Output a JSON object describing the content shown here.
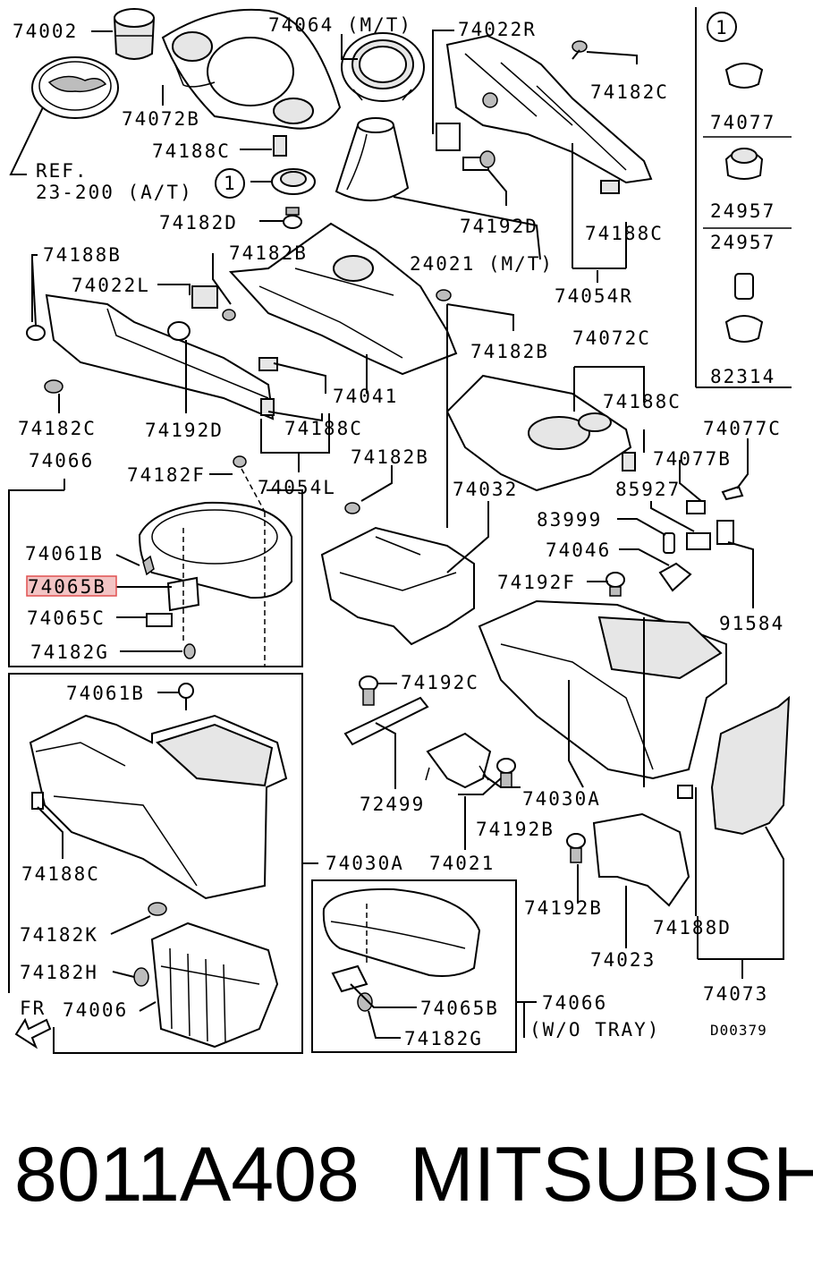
{
  "labels": {
    "p74002": "74002",
    "p74064": "74064 (M/T)",
    "p74022R": "74022R",
    "ref": "REF.",
    "ref_at": "23-200 (A/T)",
    "p74072B": "74072B",
    "p74188C_1": "74188C",
    "p74182C_1": "74182C",
    "circle1": "1",
    "circle1_b": "1",
    "p74182D": "74182D",
    "p74192D_1": "74192D",
    "p74188C_2": "74188C",
    "p24021": "24021 (M/T)",
    "p74054R": "74054R",
    "p74077": "74077",
    "p24957a": "24957",
    "p24957b": "24957",
    "p82314": "82314",
    "p74188B": "74188B",
    "p74182B_1": "74182B",
    "p74022L": "74022L",
    "p74182B_2": "74182B",
    "p74072C": "74072C",
    "p74041": "74041",
    "p74188C_3": "74188C",
    "p74182C_2": "74182C",
    "p74192D_2": "74192D",
    "p74188C_4": "74188C",
    "p74077C": "74077C",
    "p74066_1": "74066",
    "p74182F": "74182F",
    "p74054L": "74054L",
    "p74182B_3": "74182B",
    "p74077B": "74077B",
    "p74032": "74032",
    "p85927": "85927",
    "p74061B_1": "74061B",
    "p83999": "83999",
    "p74046": "74046",
    "p74065B_1": "74065B",
    "p74192F": "74192F",
    "p74065C": "74065C",
    "p91584": "91584",
    "p74182G_1": "74182G",
    "p74061B_2": "74061B",
    "p74192C": "74192C",
    "p72499": "72499",
    "p74030A_1": "74030A",
    "p74188C_5": "74188C",
    "p74192B_1": "74192B",
    "p74030A_2": "74030A",
    "p74021": "74021",
    "p74192B_2": "74192B",
    "p74182K": "74182K",
    "p74188D": "74188D",
    "p74182H": "74182H",
    "p74023": "74023",
    "p74006": "74006",
    "p74065B_2": "74065B",
    "p74066_2": "74066",
    "p74073": "74073",
    "fr": "FR",
    "p74182G_2": "74182G",
    "wo_tray": "(W/O TRAY)",
    "code": "D00379"
  },
  "caption": {
    "part_number": "8011A408",
    "brand": "MITSUBISHI"
  },
  "highlight_color": "#e05050"
}
